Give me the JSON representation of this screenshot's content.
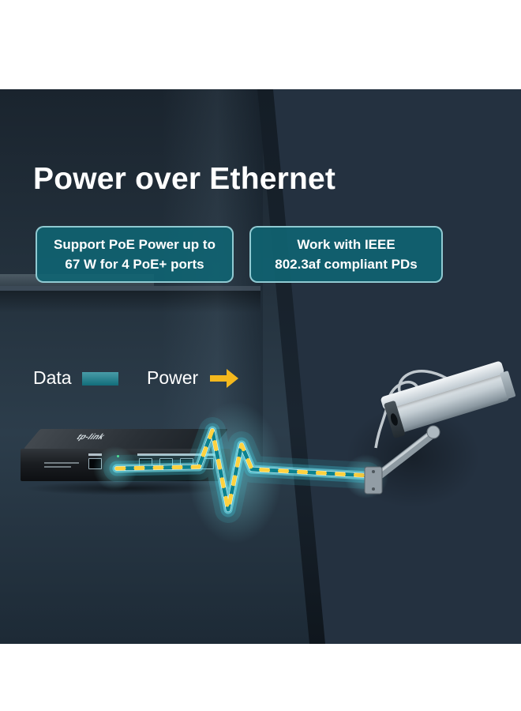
{
  "title": "Power over Ethernet",
  "feature_boxes": [
    {
      "line1": "Support PoE Power up to",
      "line2": "67 W for 4 PoE+ ports"
    },
    {
      "line1": "Work with IEEE",
      "line2": "802.3af compliant PDs"
    }
  ],
  "legend": {
    "data_label": "Data",
    "power_label": "Power"
  },
  "switch": {
    "brand": "tp-link"
  },
  "colors": {
    "box_fill": "rgba(15,100,114,0.9)",
    "box_border": "rgba(159,214,222,0.9)",
    "data_swatch": "#15808f",
    "power_yellow": "#f4b81d",
    "cable_dash_yellow": "#ffd23f",
    "cable_dash_teal": "#0c828f"
  }
}
